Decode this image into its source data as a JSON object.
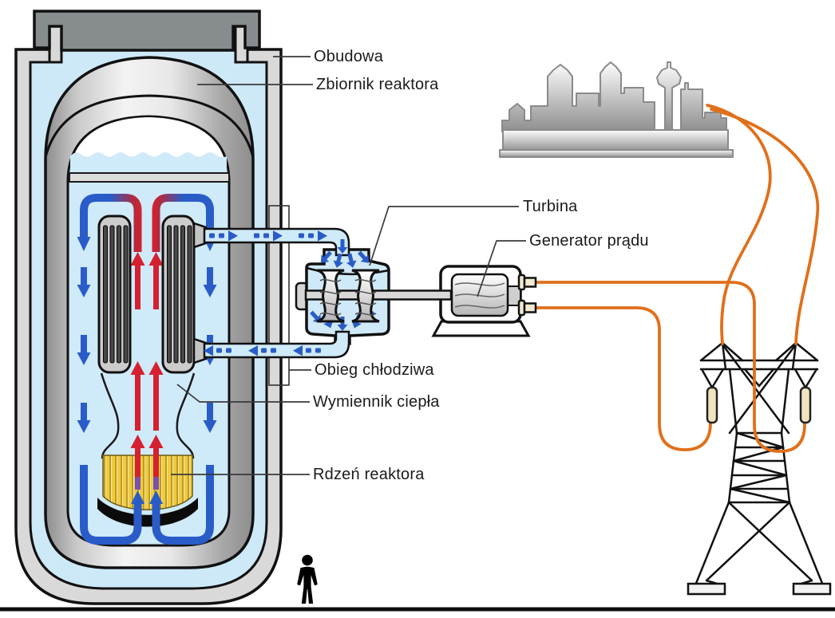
{
  "labels": {
    "containment": "Obudowa",
    "reactor_vessel": "Zbiornik reaktora",
    "turbine": "Turbina",
    "generator": "Generator prądu",
    "coolant_loop": "Obieg chłodziwa",
    "heat_exchanger": "Wymiennik ciepła",
    "reactor_core": "Rdzeń reaktora"
  },
  "icons": {
    "scale_person": "standing-person-pictogram",
    "city": "city-skyline-silhouette",
    "pylon": "transmission-tower"
  },
  "colors": {
    "hot_flow_red": "#d6202f",
    "cold_flow_blue": "#2a5cc8",
    "coolant_fill": "#cfeaf9",
    "electric_wire_orange": "#e0701b",
    "core_fuel_yellow": "#efc93c",
    "containment_gray": "#d9d9d9",
    "cap_dark_gray": "#878d8f",
    "insulator_tan": "#efe3c0"
  }
}
